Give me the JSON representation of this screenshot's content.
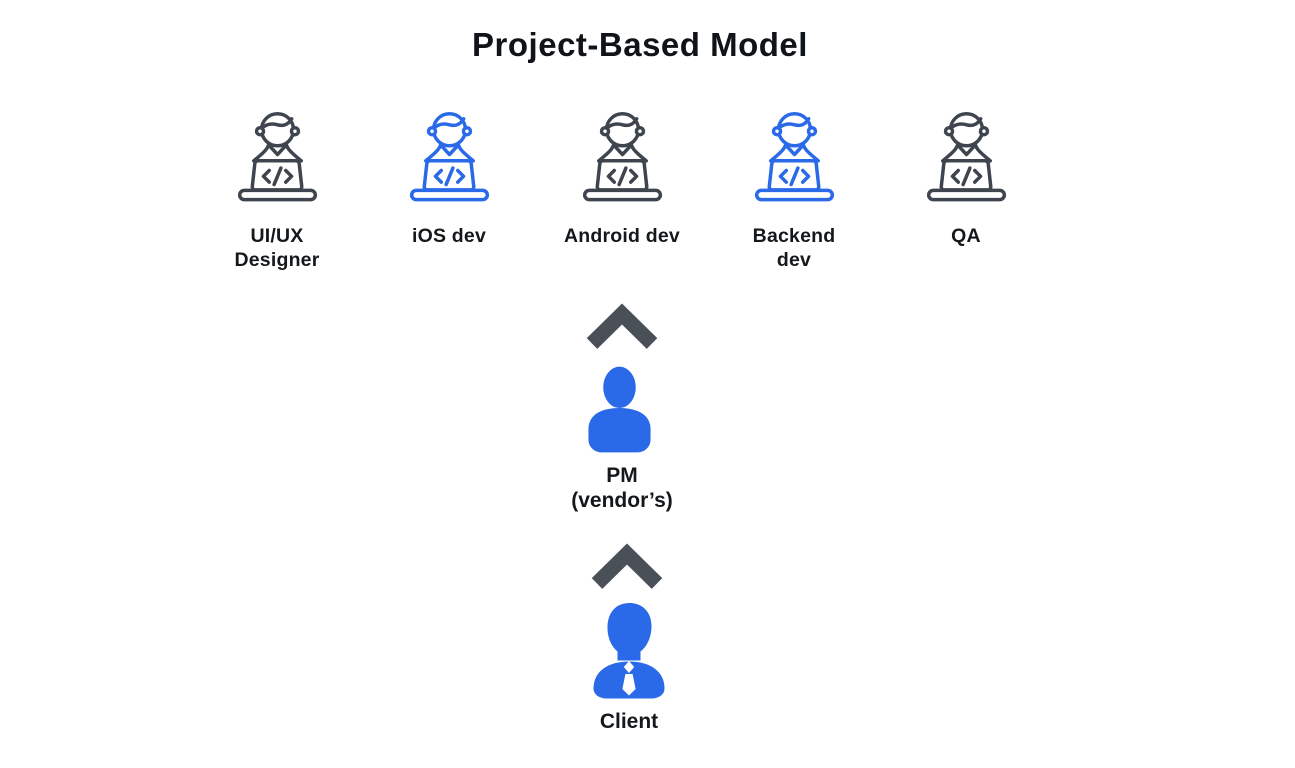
{
  "title": "Project-Based Model",
  "palette": {
    "blue": "#2A6AE8",
    "dark": "#3F454E",
    "chevron": "#4A5058",
    "text": "#15181B",
    "background": "#FFFFFF"
  },
  "team": [
    {
      "line1": "UI/UX",
      "line2": "Designer",
      "color": "dark",
      "icon": "developer-at-laptop"
    },
    {
      "line1": "iOS dev",
      "line2": "",
      "color": "blue",
      "icon": "developer-at-laptop"
    },
    {
      "line1": "Android dev",
      "line2": "",
      "color": "dark",
      "icon": "developer-at-laptop"
    },
    {
      "line1": "Backend",
      "line2": "dev",
      "color": "blue",
      "icon": "developer-at-laptop"
    },
    {
      "line1": "QA",
      "line2": "",
      "color": "dark",
      "icon": "developer-at-laptop"
    }
  ],
  "hierarchy": {
    "pm": {
      "label": "PM",
      "sublabel": "(vendor’s)",
      "icon": "person-silhouette",
      "color": "blue"
    },
    "client": {
      "label": "Client",
      "icon": "businessman-silhouette",
      "color": "blue"
    },
    "arrows": [
      {
        "direction": "up"
      },
      {
        "direction": "up"
      }
    ]
  }
}
